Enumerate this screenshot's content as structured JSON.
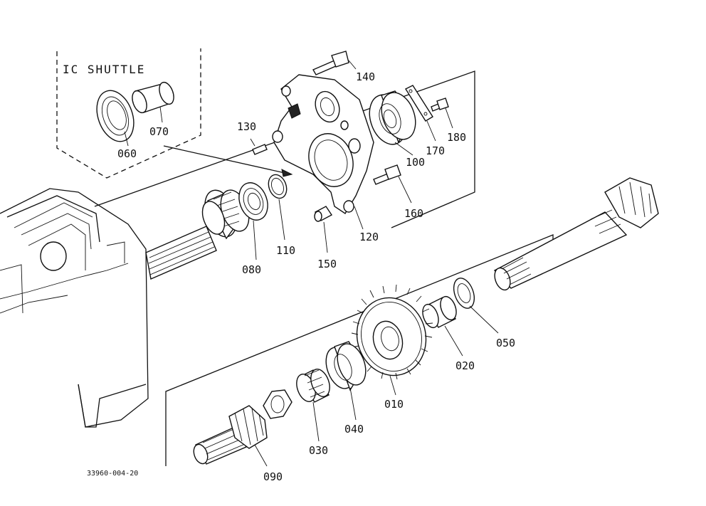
{
  "inset_title": "IC SHUTTLE",
  "drawing_number": "33960-004-20",
  "callouts": [
    "140",
    "130",
    "170",
    "180",
    "100",
    "160",
    "060",
    "070",
    "080",
    "110",
    "150",
    "120",
    "050",
    "020",
    "010",
    "040",
    "030",
    "090"
  ]
}
